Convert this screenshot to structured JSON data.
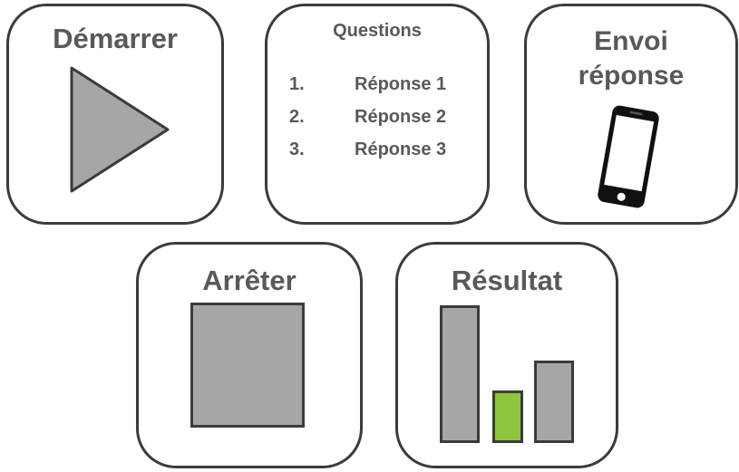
{
  "cards": {
    "start": {
      "title": "Démarrer"
    },
    "questions": {
      "title": "Questions",
      "items": [
        {
          "num": "1.",
          "label": "Réponse 1"
        },
        {
          "num": "2.",
          "label": "Réponse 2"
        },
        {
          "num": "3.",
          "label": "Réponse 3"
        }
      ]
    },
    "send": {
      "title_line1": "Envoi",
      "title_line2": "réponse"
    },
    "stop": {
      "title": "Arrêter"
    },
    "result": {
      "title": "Résultat",
      "bars": [
        {
          "level": 1.0,
          "color": "#a6a6a6"
        },
        {
          "level": 0.38,
          "color": "#8cc63f"
        },
        {
          "level": 0.6,
          "color": "#a6a6a6"
        }
      ]
    }
  },
  "colors": {
    "outline": "#3b3b3b",
    "fill_gray": "#a6a6a6",
    "text_gray": "#595959",
    "accent_green": "#8cc63f"
  },
  "icons": {
    "start": "play-icon",
    "send": "smartphone-icon",
    "stop": "stop-icon",
    "result": "bar-chart-icon"
  }
}
